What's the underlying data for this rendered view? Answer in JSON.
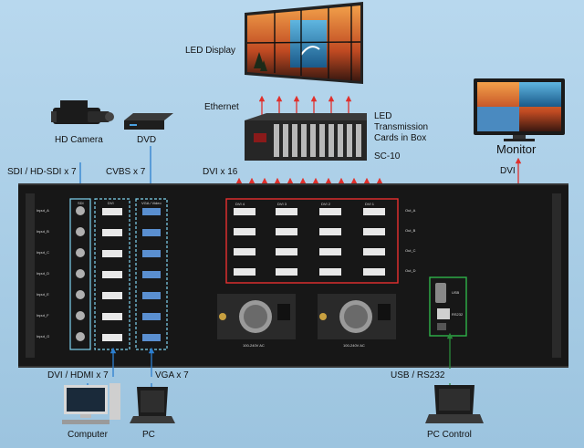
{
  "labels": {
    "led_display": "LED Display",
    "ethernet": "Ethernet",
    "led_cards_line1": "LED",
    "led_cards_line2": "Transmission",
    "led_cards_line3": "Cards in Box",
    "sc10": "SC-10",
    "monitor": "Monitor",
    "dvi_out": "DVI",
    "hd_camera": "HD Camera",
    "dvd": "DVD",
    "sdi_input": "SDI / HD-SDI x 7",
    "cvbs_input": "CVBS x 7",
    "dvi_x16": "DVI x 16",
    "dvi_hdmi": "DVI / HDMI x 7",
    "vga": "VGA x 7",
    "usb_rs232": "USB / RS232",
    "computer": "Computer",
    "pc": "PC",
    "pc_control": "PC Control"
  },
  "panel": {
    "input_rows": [
      "Input_A",
      "Input_B",
      "Input_C",
      "Input_D",
      "Input_E",
      "Input_F",
      "Input_G"
    ],
    "sdi_tag": "SDI",
    "dvi_tag": "DVI",
    "vga_tag": "VGA / Video",
    "output_rows": [
      "Out_A",
      "Out_B",
      "Out_C",
      "Out_D"
    ],
    "dvi_outputs": [
      "DVI 4",
      "DVI 3",
      "DVI 2",
      "DVI 1"
    ],
    "psu_label": "100-240V AC",
    "usb_label": "USB",
    "rs232_label": "RS232"
  },
  "colors": {
    "background": "#a9cde6",
    "panel": "#1a1a1a",
    "input_group_border": "#7fd4f0",
    "output_group_border": "#e83030",
    "control_border": "#2fb34a",
    "arrow_red": "#e0302c",
    "arrow_blue": "#2c7fd0",
    "arrow_green": "#2a8a3a"
  }
}
